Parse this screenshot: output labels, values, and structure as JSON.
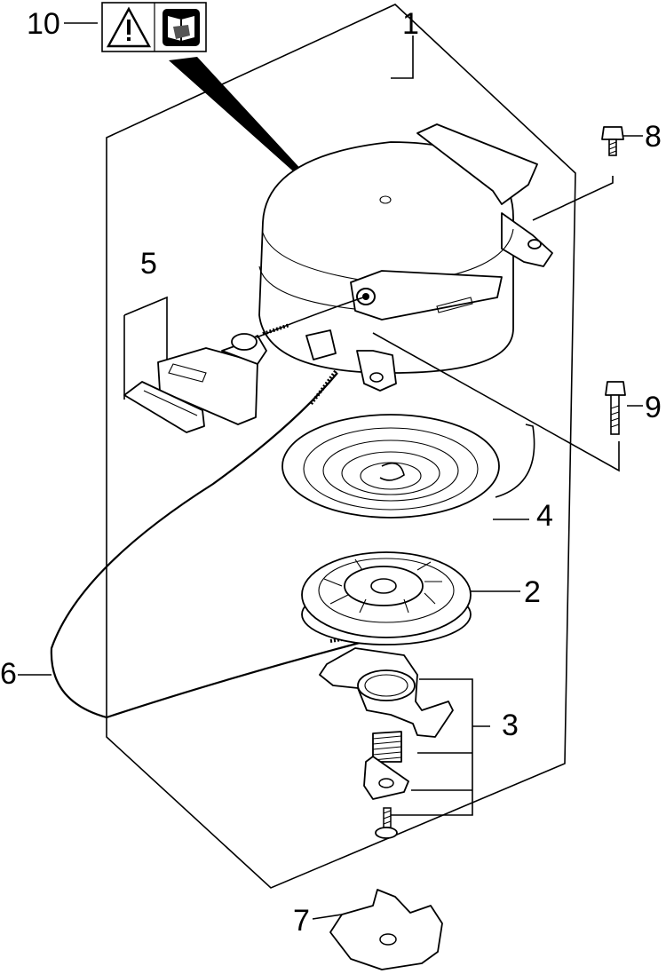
{
  "diagram": {
    "callouts": [
      "1",
      "2",
      "3",
      "4",
      "5",
      "6",
      "7",
      "8",
      "9",
      "10"
    ]
  },
  "icons": [
    "warning-triangle-icon",
    "read-manual-icon"
  ]
}
